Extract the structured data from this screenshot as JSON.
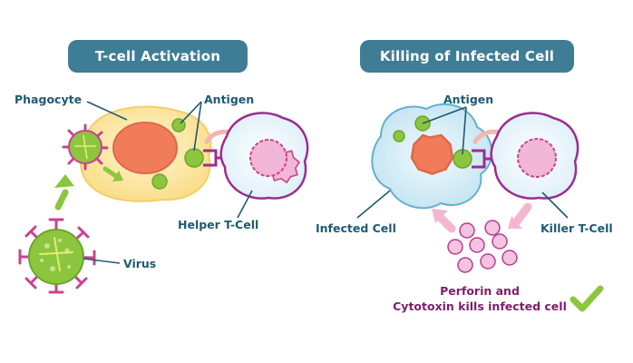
{
  "panels": {
    "left": {
      "title": "T-cell Activation",
      "labels": {
        "phagocyte": "Phagocyte",
        "antigen": "Antigen",
        "helper_t_cell": "Helper T-Cell",
        "virus": "Virus"
      }
    },
    "right": {
      "title": "Killing of Infected Cell",
      "labels": {
        "antigen": "Antigen",
        "infected_cell": "Infected Cell",
        "killer_t_cell": "Killer T-Cell",
        "perforin_line1": "Perforin and",
        "perforin_line2": "Cytotoxin kills infected cell"
      }
    }
  },
  "colors": {
    "title_bg": "#3f7d96",
    "label_text": "#1e5a73",
    "purple_text": "#7c1f6c",
    "green": "#8cc63f",
    "phagocyte_fill": "#fbe9a6",
    "nucleus": "#f07c5a",
    "t_cell_outline": "#9b2d8f",
    "t_cell_nucleus": "#f2b6d6",
    "infected_fill": "#d8eef7",
    "granules": "#f5c2e0",
    "arrow_pink": "#f3b6d2"
  }
}
